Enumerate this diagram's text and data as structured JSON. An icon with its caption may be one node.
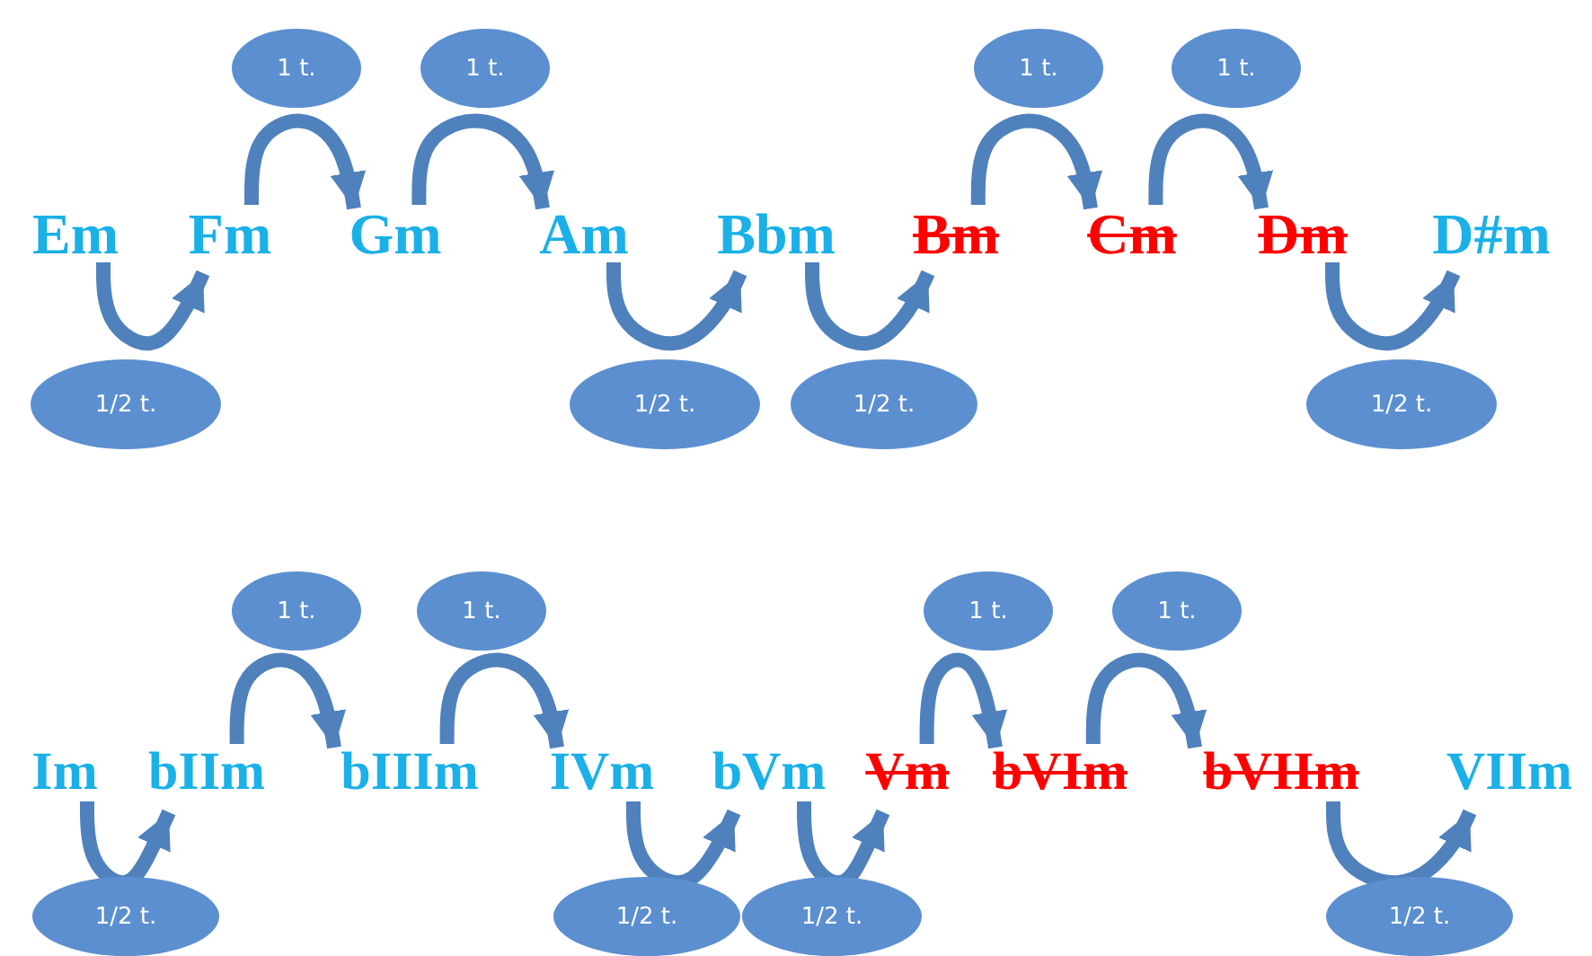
{
  "diagram": {
    "nodes": [
      {
        "text": [
          "1 t."
        ]
      },
      {
        "text": [
          "1 t."
        ]
      },
      {
        "text": [
          "1 t."
        ]
      },
      {
        "text": [
          "1 t."
        ]
      },
      {
        "text": [
          "Em"
        ]
      },
      {
        "text": [
          "Fm"
        ]
      },
      {
        "text": [
          "Gm"
        ]
      },
      {
        "text": [
          "Am"
        ]
      },
      {
        "text": [
          "Bbm"
        ]
      },
      {
        "text": [
          "Bm"
        ]
      },
      {
        "text": [
          "Cm"
        ]
      },
      {
        "text": [
          "Dm"
        ]
      },
      {
        "text": [
          "D#m"
        ]
      },
      {
        "text": [
          "1/2 t."
        ]
      },
      {
        "text": [
          "1/2 t."
        ]
      },
      {
        "text": [
          "1/2 t."
        ]
      },
      {
        "text": [
          "1/2 t."
        ]
      },
      {
        "text": [
          "1 t."
        ]
      },
      {
        "text": [
          "1 t."
        ]
      },
      {
        "text": [
          "1 t."
        ]
      },
      {
        "text": [
          "1 t."
        ]
      },
      {
        "text": [
          "Im"
        ]
      },
      {
        "text": [
          "bIIm"
        ]
      },
      {
        "text": [
          "bIIIm"
        ]
      },
      {
        "text": [
          "IVm"
        ]
      },
      {
        "text": [
          "bVm"
        ]
      },
      {
        "text": [
          "Vm"
        ]
      },
      {
        "text": [
          "bVIm"
        ]
      },
      {
        "text": [
          "bVIIm"
        ]
      },
      {
        "text": [
          "VIIm"
        ]
      },
      {
        "text": [
          "1/2 t."
        ]
      },
      {
        "text": [
          "1/2 t."
        ]
      },
      {
        "text": [
          "1/2 t."
        ]
      },
      {
        "text": [
          "1/2 t."
        ]
      }
    ],
    "edges": [
      {
        "from": 4,
        "to": 5,
        "arrow": "to"
      },
      {
        "from": 5,
        "to": 6,
        "arrow": "to"
      },
      {
        "from": 6,
        "to": 7,
        "arrow": "to"
      },
      {
        "from": 7,
        "to": 8,
        "arrow": "to"
      },
      {
        "from": 8,
        "to": 9,
        "arrow": "to"
      },
      {
        "from": 9,
        "to": 10,
        "arrow": "to"
      },
      {
        "from": 10,
        "to": 11,
        "arrow": "to"
      },
      {
        "from": 11,
        "to": 12,
        "arrow": "to"
      },
      {
        "from": 21,
        "to": 22,
        "arrow": "to"
      },
      {
        "from": 22,
        "to": 23,
        "arrow": "to"
      },
      {
        "from": 23,
        "to": 24,
        "arrow": "to"
      },
      {
        "from": 24,
        "to": 25,
        "arrow": "to"
      },
      {
        "from": 25,
        "to": 26,
        "arrow": "to"
      },
      {
        "from": 26,
        "to": 27,
        "arrow": "to"
      },
      {
        "from": 27,
        "to": 28,
        "arrow": "to"
      },
      {
        "from": 28,
        "to": 29,
        "arrow": "to"
      }
    ]
  }
}
